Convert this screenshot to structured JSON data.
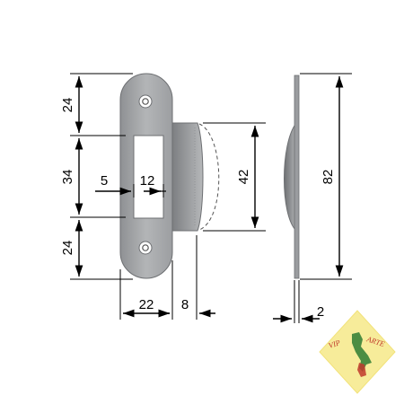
{
  "diagram": {
    "subject": "strike plate",
    "units": "mm",
    "dimensions": {
      "top_segment": "24",
      "middle_segment": "34",
      "bottom_segment": "24",
      "slot_offset": "5",
      "slot_width": "12",
      "tongue_height": "42",
      "plate_width": "22",
      "tongue_depth": "8",
      "side_length": "82",
      "thickness": "2"
    },
    "colors": {
      "plate_fill": "#a9abad",
      "plate_stroke": "#6d6f72",
      "line": "#000000",
      "logo_fill": "#f7ec9a",
      "logo_text": "#c0392b",
      "logo_map": "#2e7d32"
    }
  },
  "logo": {
    "word_left": "VIP",
    "word_right": "ARTE"
  }
}
